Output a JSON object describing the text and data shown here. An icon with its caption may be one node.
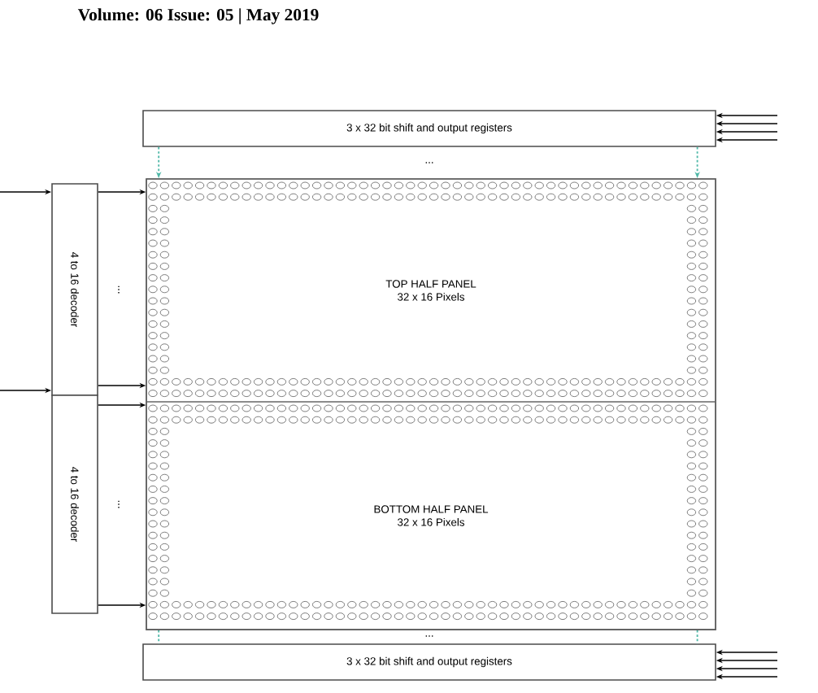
{
  "diagram": {
    "nodes": [
      {
        "text": [
          "3 x 32 bit shift and output registers"
        ]
      },
      {
        "text": [],
        "shape": "box"
      },
      {
        "text": [
          "TOP HALF PANEL 32 x 16 Pixels"
        ],
        "in": 1
      },
      {
        "text": [
          "BOTTOM HALF PANEL 32 x 16 Pixels"
        ],
        "in": 1
      },
      {
        "text": [
          "4 to 16 decoder"
        ]
      },
      {
        "text": [
          "4 to 16 decoder"
        ]
      },
      {
        "text": [
          "3 x 32 bit shift and output registers"
        ]
      }
    ],
    "edges": [
      {
        "from": null,
        "to": 4,
        "arrow": "to"
      },
      {
        "from": null,
        "to": 5,
        "arrow": "to"
      },
      {
        "from": 4,
        "to": 2,
        "arrow": "to"
      },
      {
        "from": 4,
        "to": 2,
        "arrow": "to"
      },
      {
        "from": 5,
        "to": 3,
        "arrow": "to"
      },
      {
        "from": 5,
        "to": 3,
        "arrow": "to"
      },
      {
        "from": 0,
        "to": 1,
        "arrow": "to",
        "style": "dashed",
        "color": "#4fb8a8"
      },
      {
        "from": 0,
        "to": 1,
        "arrow": "to",
        "style": "dashed",
        "color": "#4fb8a8"
      },
      {
        "from": 1,
        "to": 6,
        "arrow": "none",
        "style": "dashed",
        "color": "#4fb8a8"
      },
      {
        "from": 1,
        "to": 6,
        "arrow": "none",
        "style": "dashed",
        "color": "#4fb8a8"
      },
      {
        "from": null,
        "to": 0,
        "arrow": "to"
      },
      {
        "from": null,
        "to": 0,
        "arrow": "to"
      },
      {
        "from": null,
        "to": 0,
        "arrow": "to"
      },
      {
        "from": null,
        "to": 0,
        "arrow": "to"
      },
      {
        "from": null,
        "to": 6,
        "arrow": "to"
      },
      {
        "from": null,
        "to": 6,
        "arrow": "to"
      },
      {
        "from": null,
        "to": 6,
        "arrow": "to"
      },
      {
        "from": null,
        "to": 6,
        "arrow": "to"
      }
    ],
    "labels": [
      "Volume: 06 Issue: 05 | May 2019",
      "...",
      "...",
      "...",
      "..."
    ]
  }
}
